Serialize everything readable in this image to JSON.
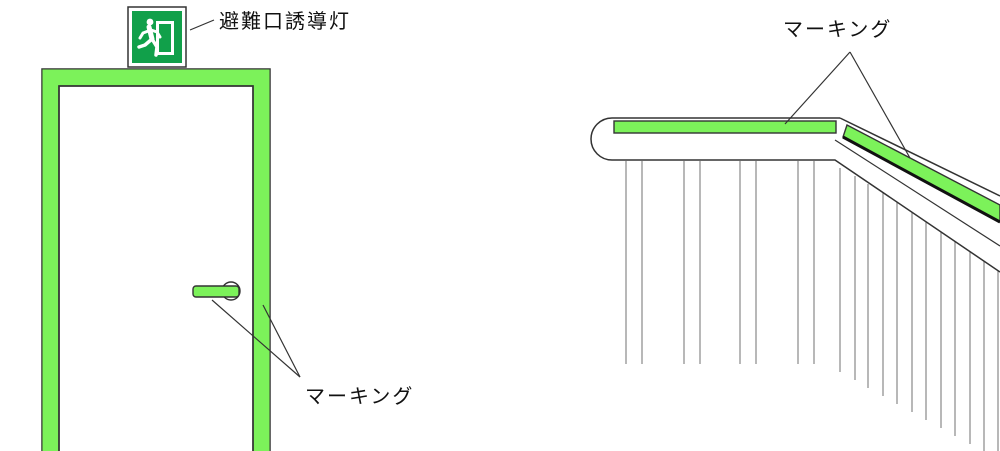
{
  "labels": {
    "exit_sign": "避難口誘導灯",
    "door_marking": "マーキング",
    "handrail_marking": "マーキング"
  },
  "icons": {
    "exit_sign": "running-man-exit-icon"
  },
  "colors": {
    "marking_green": "#7cf25a",
    "sign_green": "#11a04a",
    "outline": "#222222",
    "background": "#ffffff"
  }
}
